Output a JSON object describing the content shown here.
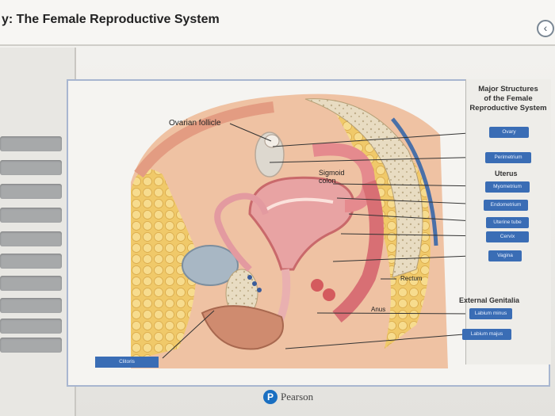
{
  "header": {
    "title": "y: The Female Reproductive System"
  },
  "legend": {
    "heading": [
      "Major Structures",
      "of the Female",
      "Reproductive System"
    ],
    "uterus_title": "Uterus",
    "external_title": "External Genitalia"
  },
  "tags": {
    "ovary": "Ovary",
    "perimetrium": "Perimetrium",
    "myometrium": "Myometrium",
    "endometrium": "Endometrium",
    "uterine_tube": "Uterine tube",
    "cervix": "Cervix",
    "vagina": "Vagina",
    "labium_minus": "Labium minus",
    "labium_majus": "Labium majus",
    "clitoris": "Clitoris"
  },
  "labels": {
    "ovarian_follicle": "Ovarian follicle",
    "sigmoid_colon": [
      "Sigmoid",
      "colon"
    ],
    "rectum": "Rectum",
    "anus": "Anus"
  },
  "footer": {
    "brand": "Pearson",
    "logo_letter": "P"
  },
  "colors": {
    "tag_blue": "#3a6db5",
    "slot_gray": "#a7a9aa",
    "frame_blue": "#a8b6d0"
  }
}
